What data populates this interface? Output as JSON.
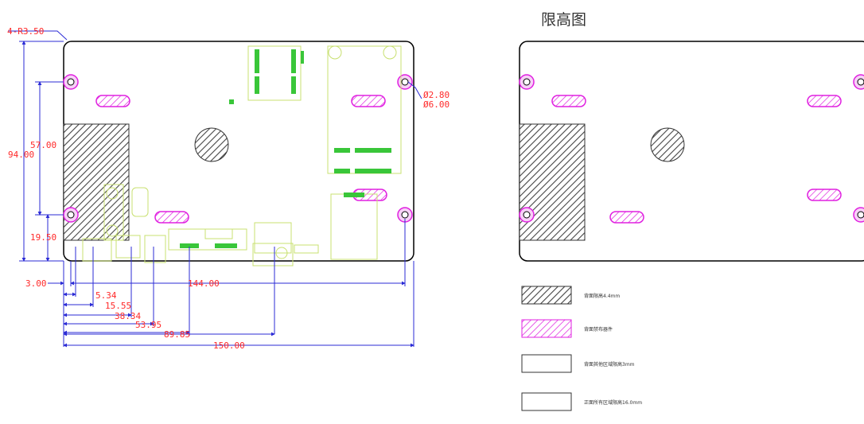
{
  "title": "限高图",
  "dims": {
    "corner": "4-R3.50",
    "h57": "57.00",
    "h94": "94.00",
    "h19": "19.50",
    "x3": "3.00",
    "x5": "5.34",
    "x15": "15.55",
    "x38": "38.34",
    "x53": "53.95",
    "x89": "89.85",
    "x144": "144.00",
    "x150": "150.00",
    "hole_d": "Ø2.80",
    "pad_d": "Ø6.00"
  },
  "legend": [
    {
      "label": "背面限高4.4mm",
      "style": "gray-hatch"
    },
    {
      "label": "背面禁布器件",
      "style": "magenta-hatch"
    },
    {
      "label": "背面其他区域限高3mm",
      "style": "empty"
    },
    {
      "label": "正面所有区域限高16.0mm",
      "style": "empty"
    }
  ],
  "colors": {
    "board_outline": "#000000",
    "dimension_line": "#2b2bd6",
    "dimension_text": "#ff2a2a",
    "keepout": "#e020e0",
    "component": "#b8e04a",
    "component_fill": "#39c639",
    "hatch": "#555555"
  }
}
